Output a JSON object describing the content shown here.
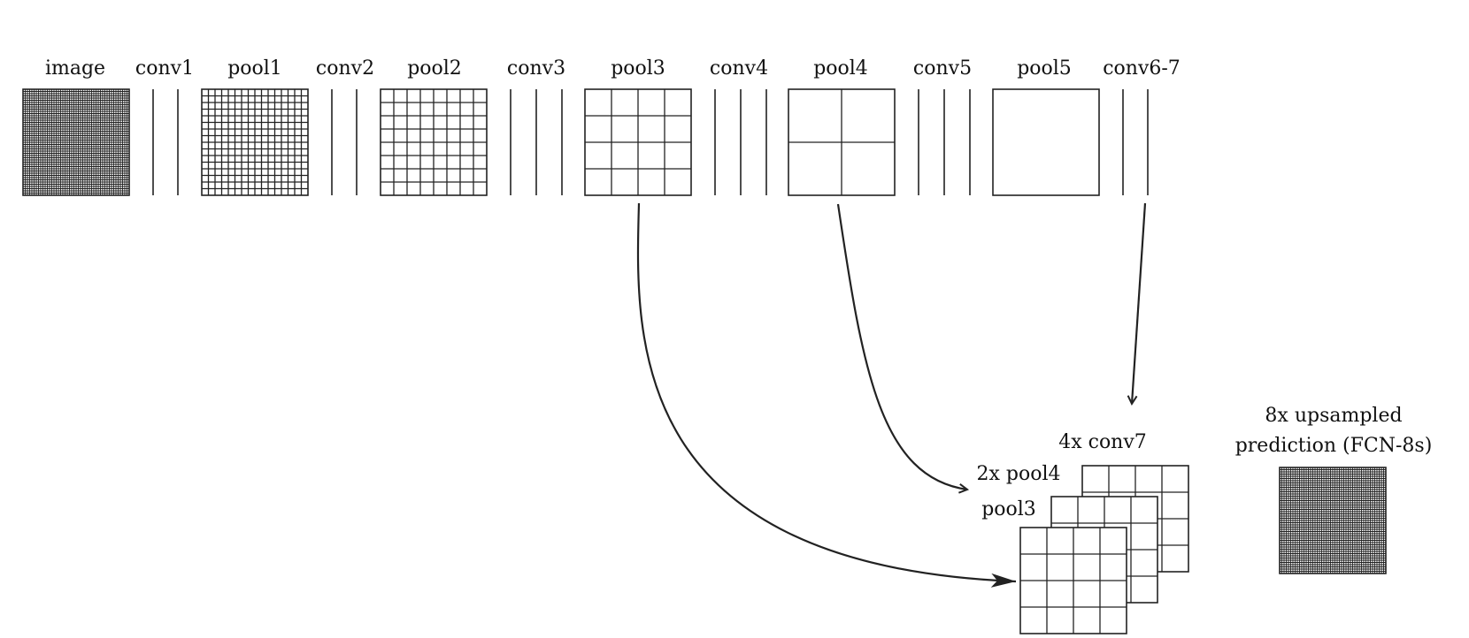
{
  "diagram": {
    "top_row": [
      {
        "label": "image",
        "kind": "grid",
        "divisions": 48
      },
      {
        "label": "conv1",
        "kind": "lines",
        "count": 2
      },
      {
        "label": "pool1",
        "kind": "grid",
        "divisions": 16
      },
      {
        "label": "conv2",
        "kind": "lines",
        "count": 2
      },
      {
        "label": "pool2",
        "kind": "grid",
        "divisions": 8
      },
      {
        "label": "conv3",
        "kind": "lines",
        "count": 3
      },
      {
        "label": "pool3",
        "kind": "grid",
        "divisions": 4
      },
      {
        "label": "conv4",
        "kind": "lines",
        "count": 3
      },
      {
        "label": "pool4",
        "kind": "grid",
        "divisions": 2
      },
      {
        "label": "conv5",
        "kind": "lines",
        "count": 3
      },
      {
        "label": "pool5",
        "kind": "grid",
        "divisions": 1
      },
      {
        "label": "conv6-7",
        "kind": "lines",
        "count": 2
      }
    ],
    "fusion_stack": [
      {
        "label": "4x conv7",
        "divisions": 4
      },
      {
        "label": "2x pool4",
        "divisions": 4
      },
      {
        "label": "pool3",
        "divisions": 4
      }
    ],
    "output": {
      "label_line1": "8x upsampled",
      "label_line2": "prediction (FCN-8s)",
      "divisions": 48
    },
    "colors": {
      "ink": "#222222",
      "background": "#ffffff"
    }
  }
}
